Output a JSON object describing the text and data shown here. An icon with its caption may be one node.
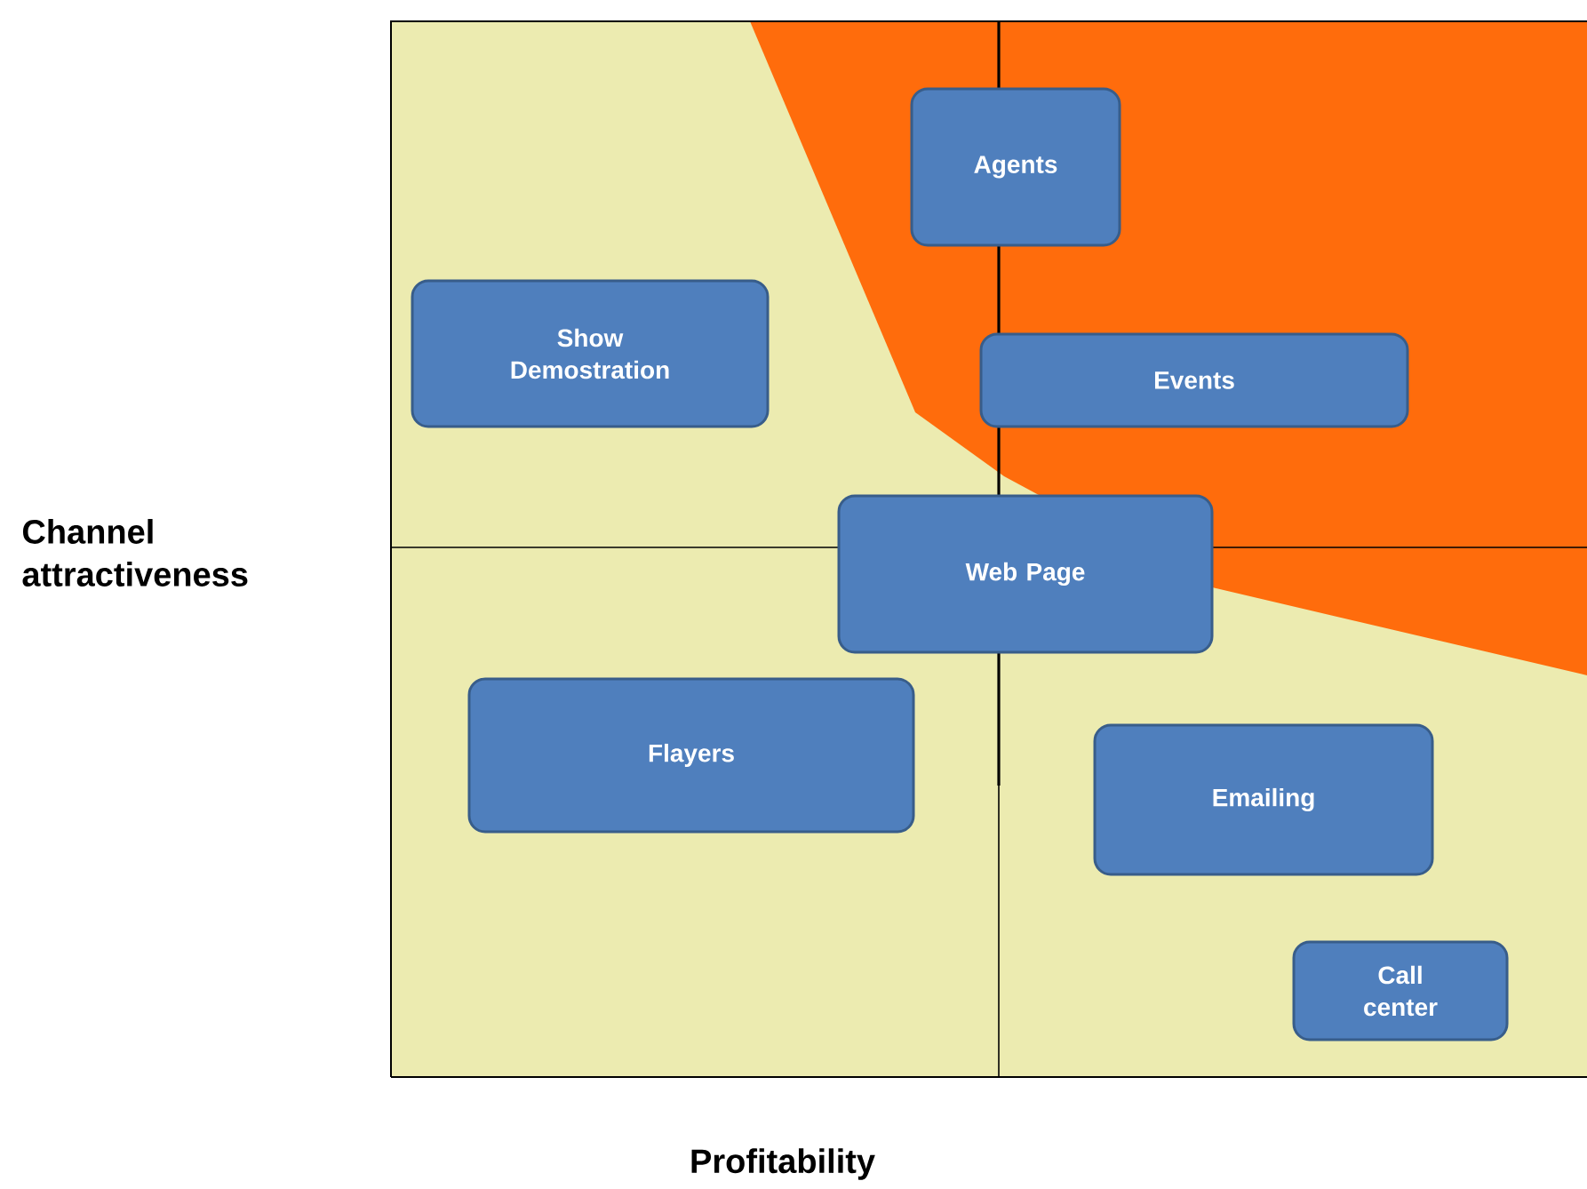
{
  "diagram": {
    "nodes": [
      {
        "text": [
          "Agents"
        ]
      },
      {
        "text": [
          "Show Demostration"
        ]
      },
      {
        "text": [
          "Events"
        ]
      },
      {
        "text": [
          "Web Page"
        ]
      },
      {
        "text": [
          "Flayers"
        ]
      },
      {
        "text": [
          "Emailing"
        ]
      },
      {
        "text": [
          "Call center"
        ]
      }
    ],
    "edges": [],
    "labels": [
      "Channel attractiveness",
      "Profitability"
    ]
  }
}
